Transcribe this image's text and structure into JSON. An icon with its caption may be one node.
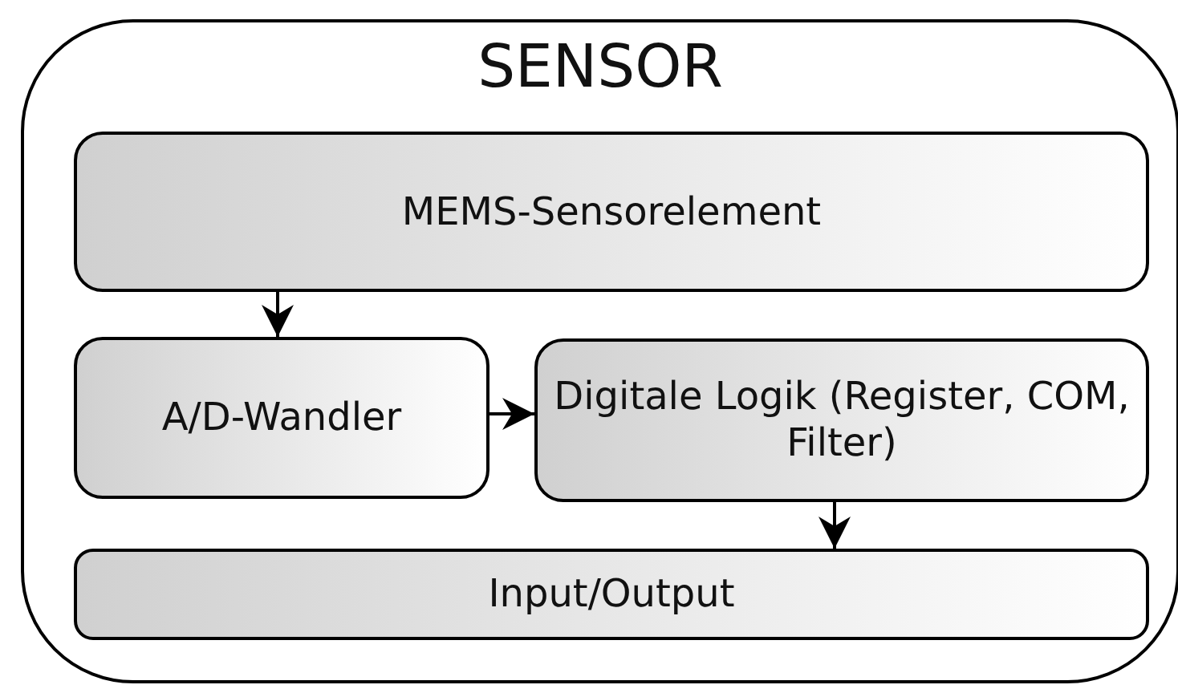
{
  "diagram": {
    "nodes": [
      {
        "text": [
          "SENSOR"
        ]
      },
      {
        "text": [
          "MEMS-Sensorelement"
        ],
        "in": 0
      },
      {
        "text": [
          "A/D-Wandler"
        ],
        "in": 0
      },
      {
        "text": [
          "Digitale Logik (Register, COM, Filter)"
        ],
        "in": 0
      },
      {
        "text": [
          "Input/Output"
        ],
        "in": 0
      }
    ],
    "edges": [
      {
        "from": 1,
        "to": 2,
        "arrow": "to"
      },
      {
        "from": 2,
        "to": 3,
        "arrow": "to"
      },
      {
        "from": 3,
        "to": 4,
        "arrow": "to"
      }
    ]
  }
}
